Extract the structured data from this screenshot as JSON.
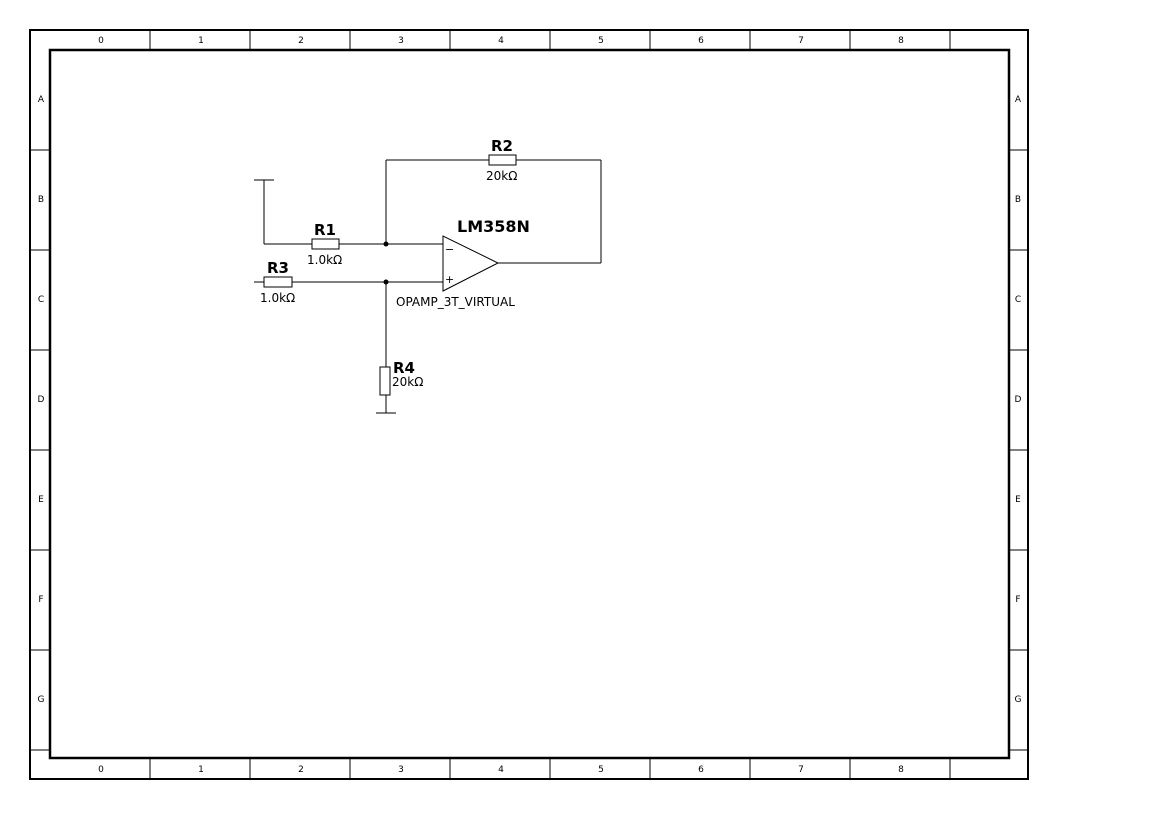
{
  "border": {
    "columns": [
      "0",
      "1",
      "2",
      "3",
      "4",
      "5",
      "6",
      "7",
      "8"
    ],
    "rows": [
      "A",
      "B",
      "C",
      "D",
      "E",
      "F",
      "G"
    ]
  },
  "schematic": {
    "opamp": {
      "ref": "LM358N",
      "model": "OPAMP_3T_VIRTUAL",
      "minus": "−",
      "plus": "+"
    },
    "r1": {
      "ref": "R1",
      "value": "1.0kΩ"
    },
    "r2": {
      "ref": "R2",
      "value": "20kΩ"
    },
    "r3": {
      "ref": "R3",
      "value": "1.0kΩ"
    },
    "r4": {
      "ref": "R4",
      "value": "20kΩ"
    }
  }
}
